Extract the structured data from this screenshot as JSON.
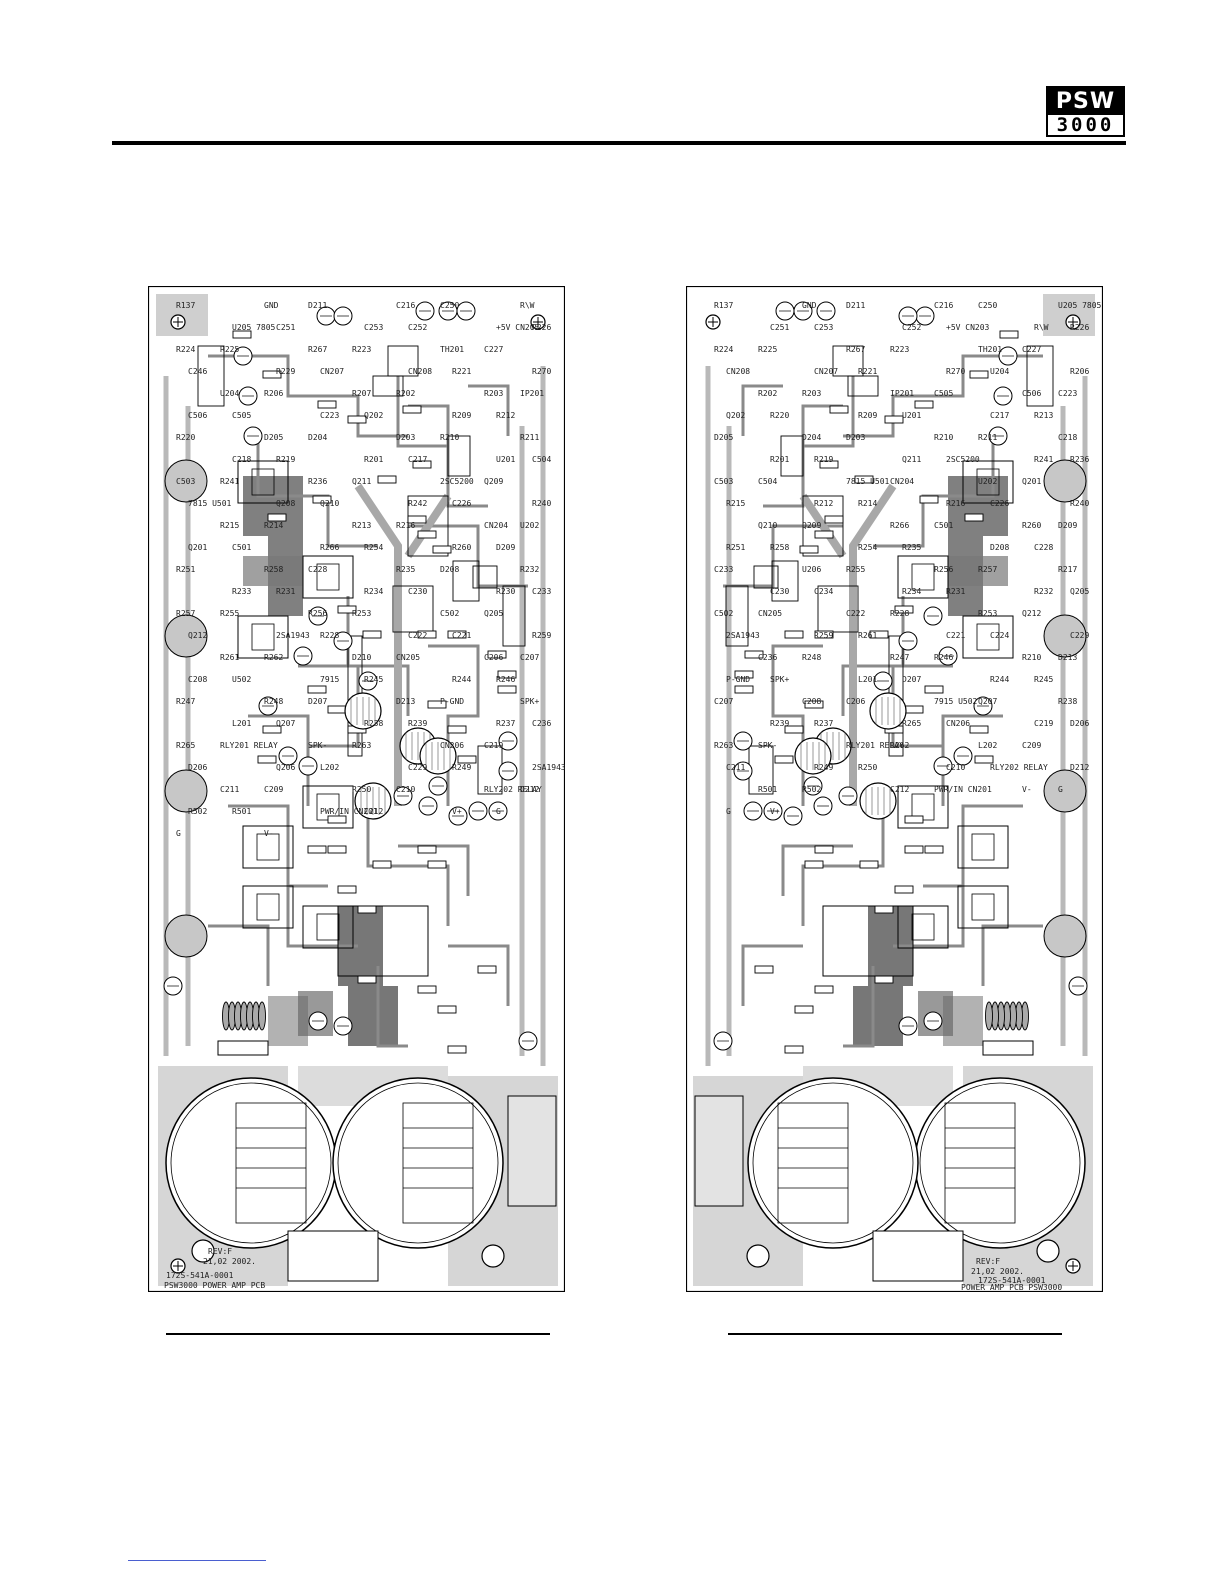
{
  "logo": {
    "line1": "PSW",
    "line2": "3000"
  },
  "boards": {
    "left": {
      "title": "PSW3000 POWER AMP PCB",
      "part_no": "172S-541A-0001",
      "rev": "REV:F",
      "date": "21,02 2002.",
      "labels": [
        "R137",
        "GND",
        "D211",
        "C216",
        "C250",
        "R\\W",
        "U205 7805",
        "C251",
        "C253",
        "C252",
        "+5V CN203",
        "R226",
        "R224",
        "R225",
        "R267",
        "R223",
        "TH201",
        "C227",
        "C246",
        "R229",
        "CN207",
        "CN208",
        "R221",
        "R270",
        "U204",
        "R206",
        "R207",
        "R202",
        "R203",
        "IP201",
        "C506",
        "C505",
        "C223",
        "Q202",
        "R209",
        "R212",
        "R220",
        "D205",
        "D204",
        "D203",
        "R210",
        "R211",
        "C218",
        "R219",
        "R201",
        "C217",
        "U201",
        "C504",
        "C503",
        "R241",
        "R236",
        "Q211",
        "2SC5200",
        "Q209",
        "7815 U501",
        "Q208",
        "Q210",
        "R242",
        "C226",
        "R240",
        "R215",
        "R214",
        "R213",
        "R216",
        "CN204",
        "U202",
        "Q201",
        "C501",
        "R266",
        "R254",
        "R260",
        "D209",
        "R251",
        "R258",
        "C228",
        "R235",
        "D208",
        "R232",
        "R233",
        "R231",
        "R234",
        "C230",
        "R230",
        "C233",
        "R257",
        "R255",
        "R256",
        "R253",
        "C502",
        "Q205",
        "Q212",
        "2SA1943",
        "R228",
        "C222",
        "C221",
        "R259",
        "R261",
        "R262",
        "D210",
        "CN205",
        "C206",
        "C207",
        "C208",
        "U502",
        "7915",
        "R245",
        "R244",
        "R246",
        "R247",
        "R248",
        "D207",
        "D213",
        "P-GND",
        "SPK+",
        "L201",
        "Q207",
        "R238",
        "R239",
        "R237",
        "C236",
        "R265",
        "RLY201 RELAY",
        "SPK-",
        "R263",
        "CN206",
        "C219",
        "D206",
        "Q206",
        "L202",
        "C229",
        "R249",
        "2SA1943",
        "C211",
        "C209",
        "R250",
        "C210",
        "RLY202 RELAY",
        "D212",
        "R502",
        "R501",
        "PWR/IN CN201",
        "C212",
        "V+",
        "G",
        "G",
        "V-"
      ]
    },
    "right": {
      "title": "POWER AMP PCB PSW3000",
      "part_no": "172S-541A-0001",
      "rev": "REV:F",
      "date": "21,02 2002.",
      "labels": [
        "R137",
        "GND",
        "D211",
        "C216",
        "C250",
        "U205 7805",
        "C251",
        "C253",
        "C252",
        "+5V CN203",
        "R\\W",
        "R226",
        "R224",
        "R225",
        "R267",
        "R223",
        "TH201",
        "C227",
        "CN208",
        "CN207",
        "R221",
        "R270",
        "U204",
        "R206",
        "R202",
        "R203",
        "IP201",
        "C505",
        "C506",
        "C223",
        "Q202",
        "R220",
        "R209",
        "U201",
        "C217",
        "R213",
        "D205",
        "D204",
        "D203",
        "R210",
        "R211",
        "C218",
        "R201",
        "R219",
        "Q211",
        "2SC5200",
        "R241",
        "R236",
        "C503",
        "C504",
        "7815 U501",
        "CN204",
        "U202",
        "Q201",
        "R215",
        "R212",
        "R214",
        "R216",
        "C226",
        "R240",
        "Q210",
        "Q209",
        "R266",
        "C501",
        "R260",
        "D209",
        "R251",
        "R258",
        "R254",
        "R235",
        "D208",
        "C228",
        "C233",
        "U206",
        "R255",
        "R256",
        "R257",
        "R217",
        "C230",
        "C234",
        "R234",
        "R231",
        "R232",
        "Q205",
        "C502",
        "CN205",
        "C222",
        "R228",
        "R253",
        "Q212",
        "2SA1943",
        "R259",
        "R261",
        "C221",
        "C224",
        "C229",
        "C236",
        "R248",
        "R247",
        "R246",
        "R210",
        "D213",
        "P-GND",
        "SPK+",
        "L201",
        "D207",
        "R244",
        "R245",
        "C207",
        "C208",
        "C206",
        "7915 U502",
        "Q207",
        "R238",
        "R239",
        "R237",
        "R265",
        "CN206",
        "C219",
        "D206",
        "R263",
        "SPK-",
        "RLY201 RELAY",
        "R262",
        "L202",
        "C209",
        "C211",
        "R249",
        "R250",
        "C210",
        "RLY202 RELAY",
        "D212",
        "R501",
        "R502",
        "C212",
        "PWR/IN CN201",
        "V-",
        "G",
        "G",
        "V+"
      ]
    }
  }
}
